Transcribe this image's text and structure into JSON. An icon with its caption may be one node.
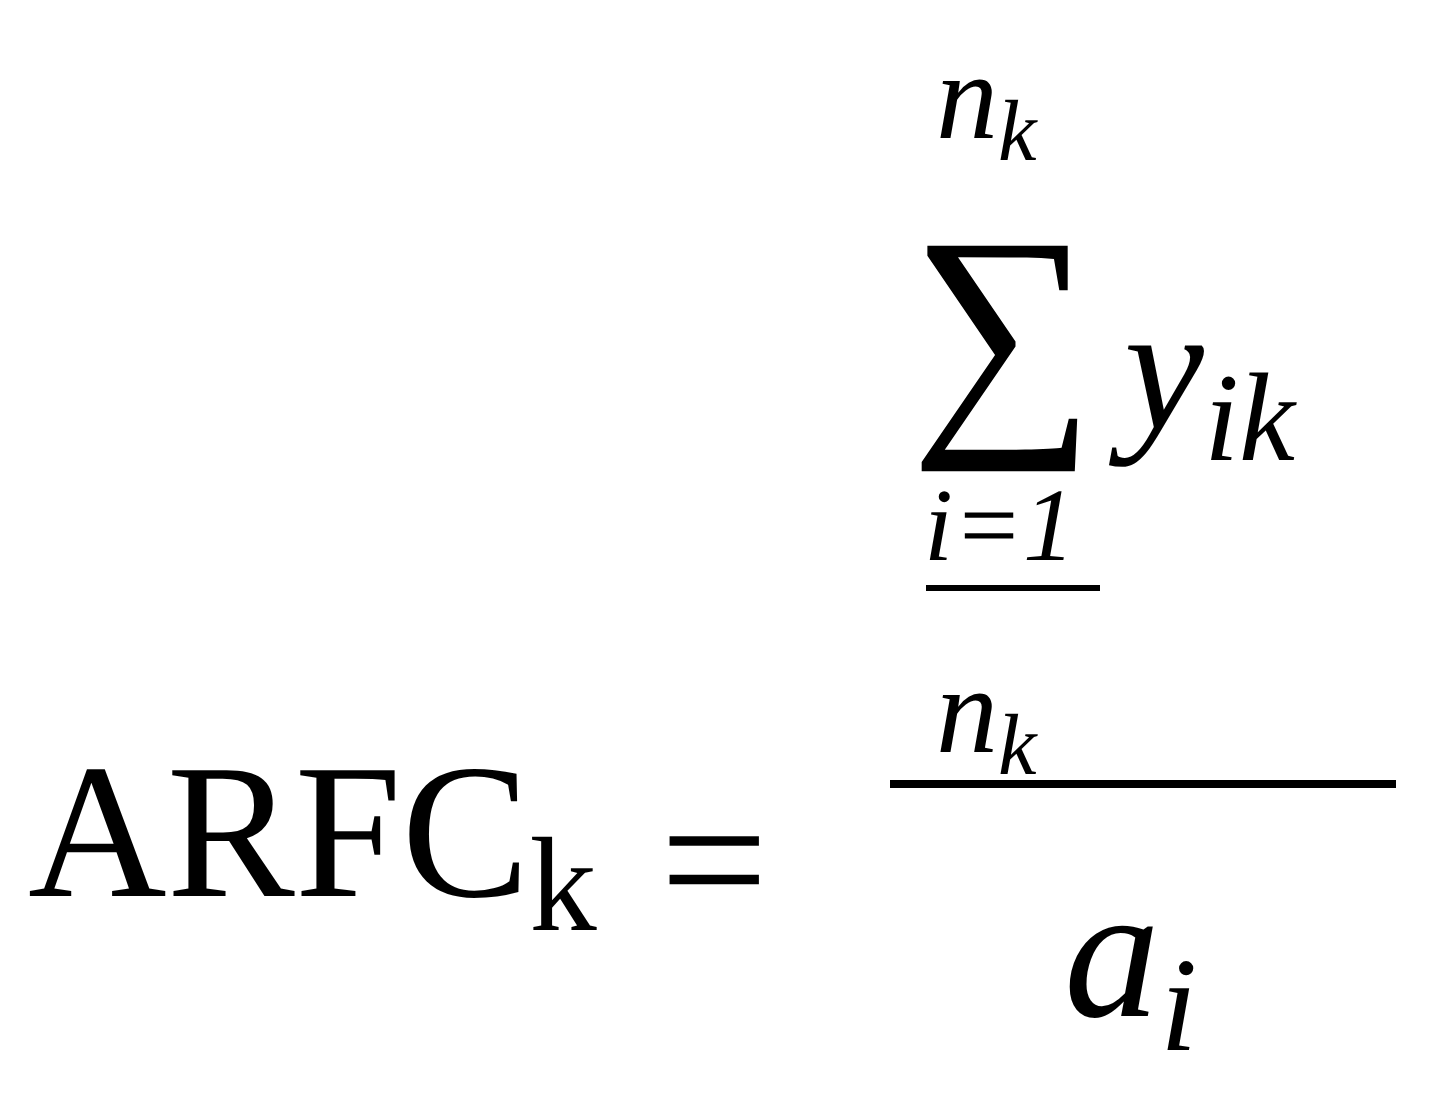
{
  "diagram": {
    "labels": [
      "n$_{k}$",
      "∑",
      "y$_{ik}$",
      "i=1",
      "n$_{k}$",
      "ARFC$_{k}$",
      "=",
      "a$_{i}$"
    ]
  }
}
